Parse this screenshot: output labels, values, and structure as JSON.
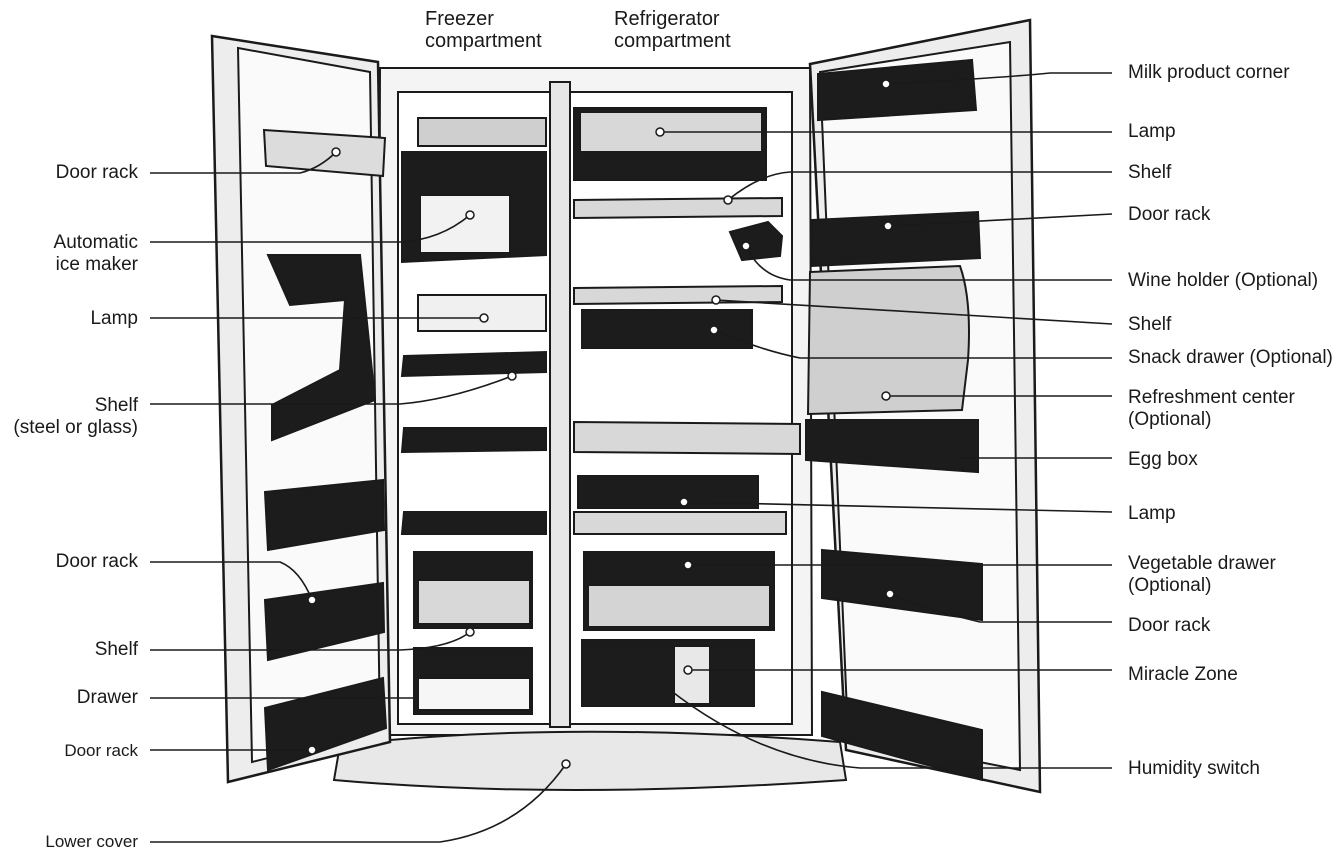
{
  "headers": {
    "freezer": "Freezer compartment",
    "freezer_line1": "Freezer",
    "freezer_line2": "compartment",
    "fridge_line1": "Refrigerator",
    "fridge_line2": "compartment"
  },
  "left_labels": {
    "door_rack_1": "Door rack",
    "ice_maker_1": "Automatic",
    "ice_maker_2": "ice maker",
    "lamp": "Lamp",
    "shelf_1": "Shelf",
    "shelf_2": "(steel or glass)",
    "door_rack_2": "Door rack",
    "shelf": "Shelf",
    "drawer": "Drawer",
    "door_rack_3": "Door rack",
    "lower_cover": "Lower cover"
  },
  "right_labels": {
    "milk": "Milk product corner",
    "lamp_1": "Lamp",
    "shelf_1": "Shelf",
    "door_rack_1": "Door rack",
    "wine": "Wine holder (Optional)",
    "shelf_2": "Shelf",
    "snack": "Snack drawer (Optional)",
    "refresh_1": "Refreshment center",
    "refresh_2": "(Optional)",
    "egg": "Egg box",
    "lamp_2": "Lamp",
    "veg_1": "Vegetable drawer",
    "veg_2": "(Optional)",
    "door_rack_2": "Door rack",
    "miracle": "Miracle Zone",
    "humidity": "Humidity switch"
  },
  "colors": {
    "line": "#1a1a1a",
    "fill_dark": "#1c1c1c",
    "fill_mid": "#555555",
    "fill_light": "#e8e8e8"
  }
}
